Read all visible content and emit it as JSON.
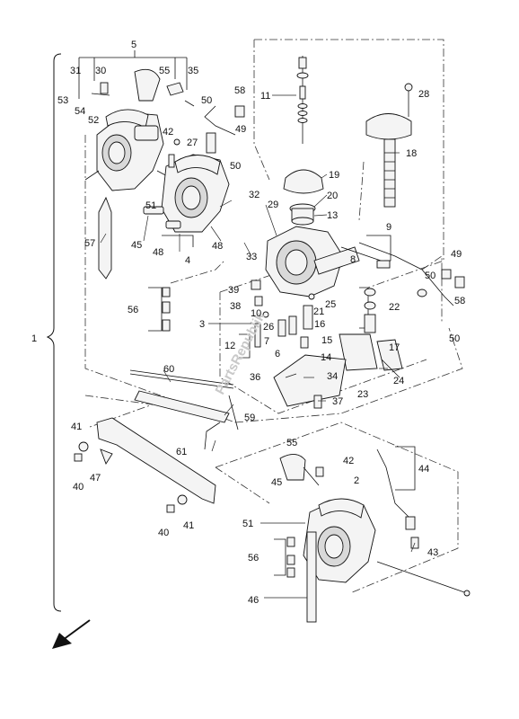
{
  "diagram": {
    "watermark": "PartsRepublik",
    "labels": {
      "l1": "1",
      "l2": "2",
      "l3": "3",
      "l4": "4",
      "l5": "5",
      "l6": "6",
      "l7": "7",
      "l8": "8",
      "l9": "9",
      "l10": "10",
      "l11": "11",
      "l12": "12",
      "l13": "13",
      "l14": "14",
      "l15": "15",
      "l16": "16",
      "l17": "17",
      "l18": "18",
      "l19": "19",
      "l20": "20",
      "l21": "21",
      "l22": "22",
      "l23": "23",
      "l24": "24",
      "l25": "25",
      "l26": "26",
      "l27": "27",
      "l28": "28",
      "l29": "29",
      "l30": "30",
      "l31": "31",
      "l32": "32",
      "l33": "33",
      "l34": "34",
      "l35": "35",
      "l36": "36",
      "l37": "37",
      "l38": "38",
      "l39": "39",
      "l40a": "40",
      "l40b": "40",
      "l41a": "41",
      "l41b": "41",
      "l42a": "42",
      "l42b": "42",
      "l43": "43",
      "l44": "44",
      "l45a": "45",
      "l45b": "45",
      "l46": "46",
      "l47": "47",
      "l48a": "48",
      "l48b": "48",
      "l49a": "49",
      "l49b": "49",
      "l50a": "50",
      "l50b": "50",
      "l50c": "50",
      "l50d": "50",
      "l51a": "51",
      "l51b": "51",
      "l52": "52",
      "l53": "53",
      "l54": "54",
      "l55a": "55",
      "l55b": "55",
      "l56a": "56",
      "l56b": "56",
      "l57": "57",
      "l58a": "58",
      "l58b": "58",
      "l59": "59",
      "l60": "60",
      "l61": "61"
    },
    "icons": {
      "direction_arrow": "front-direction-arrow-icon"
    }
  }
}
